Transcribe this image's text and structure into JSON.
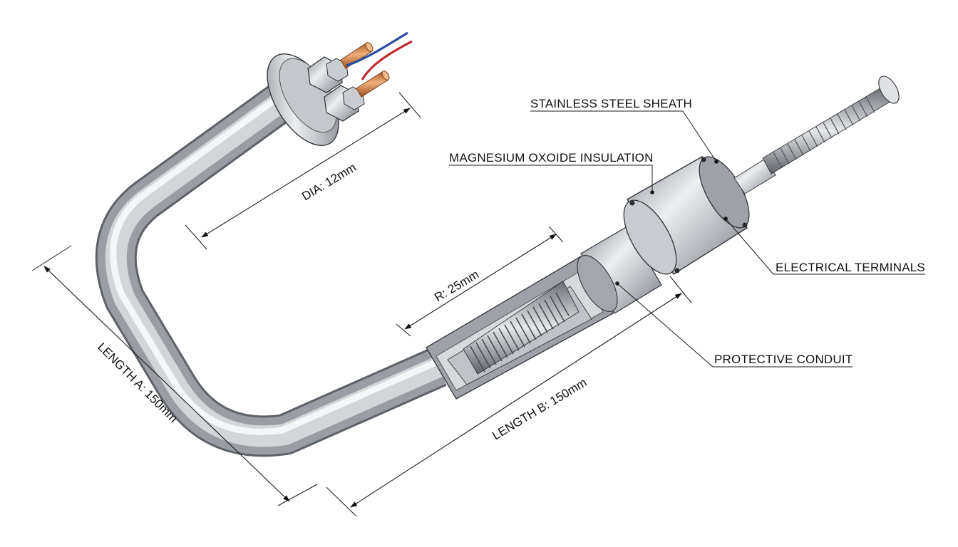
{
  "callouts": {
    "sheath": "STAINLESS STEEL SHEATH",
    "insulation": "MAGNESIUM OXOIDE INSULATION",
    "terminals": "ELECTRICAL TERMINALS",
    "conduit": "PROTECTIVE CONDUIT"
  },
  "dimensions": {
    "diameter": "DIA: 12mm",
    "radius": "R: 25mm",
    "length_a": "LENGTH A: 150mm",
    "length_b": "LENGTH B: 150mm"
  },
  "colors": {
    "steel": "#b9bcc1",
    "copper": "#d88a4e",
    "wire_red": "#c0262c",
    "wire_blue": "#2a4fa0"
  }
}
